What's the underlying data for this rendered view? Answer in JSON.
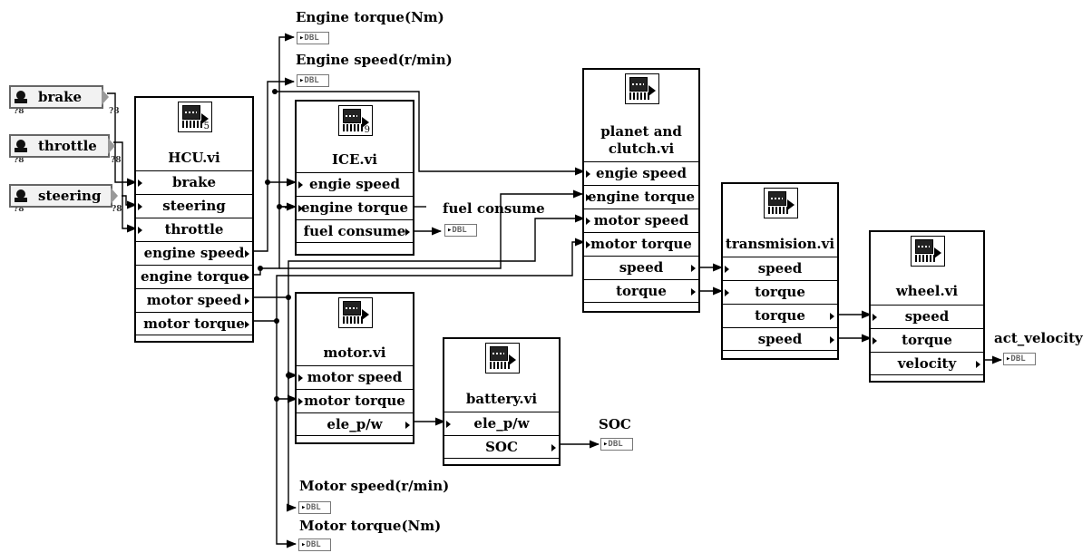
{
  "controls": {
    "brake": "brake",
    "throttle": "throttle",
    "steering": "steering",
    "tag": "?8"
  },
  "hcu": {
    "title": "HCU.vi",
    "icon_number": "5",
    "inputs": [
      "brake",
      "steering",
      "throttle"
    ],
    "outputs": [
      "engine speed",
      "engine torque",
      "motor speed",
      "motor torque"
    ]
  },
  "ice": {
    "title": "ICE.vi",
    "icon_number": "9",
    "inputs": [
      "engie speed",
      "engine torque"
    ],
    "outputs": [
      "fuel consume"
    ]
  },
  "planet": {
    "title_line1": "planet and",
    "title_line2": "clutch.vi",
    "inputs": [
      "engie speed",
      "engine torque",
      "motor speed",
      "motor torque"
    ],
    "outputs": [
      "speed",
      "torque"
    ]
  },
  "transmission": {
    "title": "transmision.vi",
    "inputs": [
      "speed",
      "torque"
    ],
    "outputs": [
      "torque",
      "speed"
    ]
  },
  "wheel": {
    "title": "wheel.vi",
    "inputs": [
      "speed",
      "torque"
    ],
    "outputs": [
      "velocity"
    ]
  },
  "motor": {
    "title": "motor.vi",
    "inputs": [
      "motor speed",
      "motor torque"
    ],
    "outputs": [
      "ele_p/w"
    ]
  },
  "battery": {
    "title": "battery.vi",
    "inputs": [
      "ele_p/w"
    ],
    "outputs": [
      "SOC"
    ]
  },
  "indicators": {
    "engine_torque": "Engine torque(Nm)",
    "engine_speed": "Engine speed(r/min)",
    "fuel_consume": "fuel consume",
    "soc": "SOC",
    "act_velocity": "act_velocity",
    "motor_speed": "Motor speed(r/min)",
    "motor_torque": "Motor torque(Nm)",
    "type": "DBL"
  }
}
